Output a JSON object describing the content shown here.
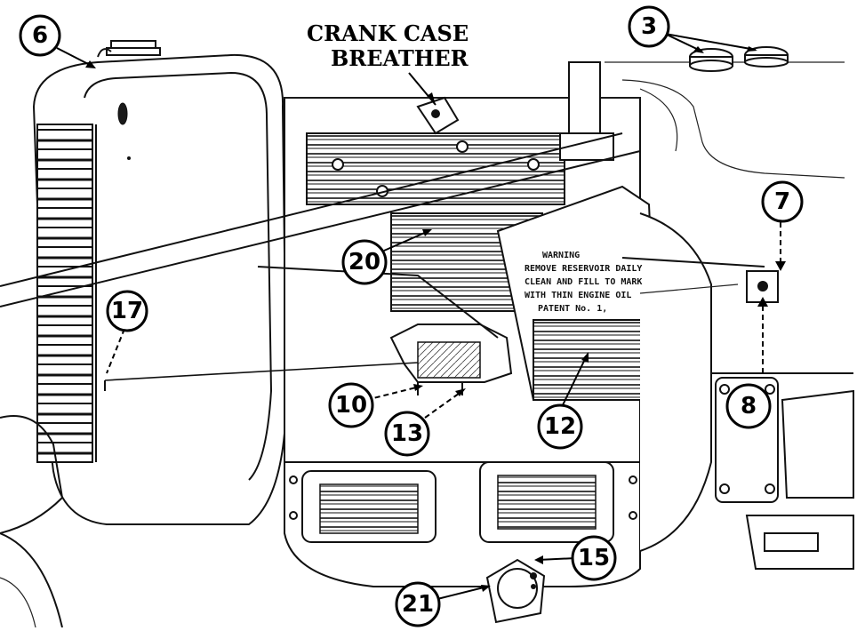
{
  "diagram": {
    "text_label": "CRANK CASE\nBREATHER",
    "text_label_lines": [
      "CRANK CASE",
      "BREATHER"
    ],
    "callouts": [
      "6",
      "3",
      "7",
      "20",
      "17",
      "10",
      "13",
      "12",
      "8",
      "15",
      "21"
    ],
    "filter_plate_lines": [
      "WARNING",
      "REMOVE RESERVOIR DAILY",
      "CLEAN AND FILL TO MARK",
      "WITH THIN ENGINE OIL",
      "PATENT No. 1,"
    ]
  }
}
